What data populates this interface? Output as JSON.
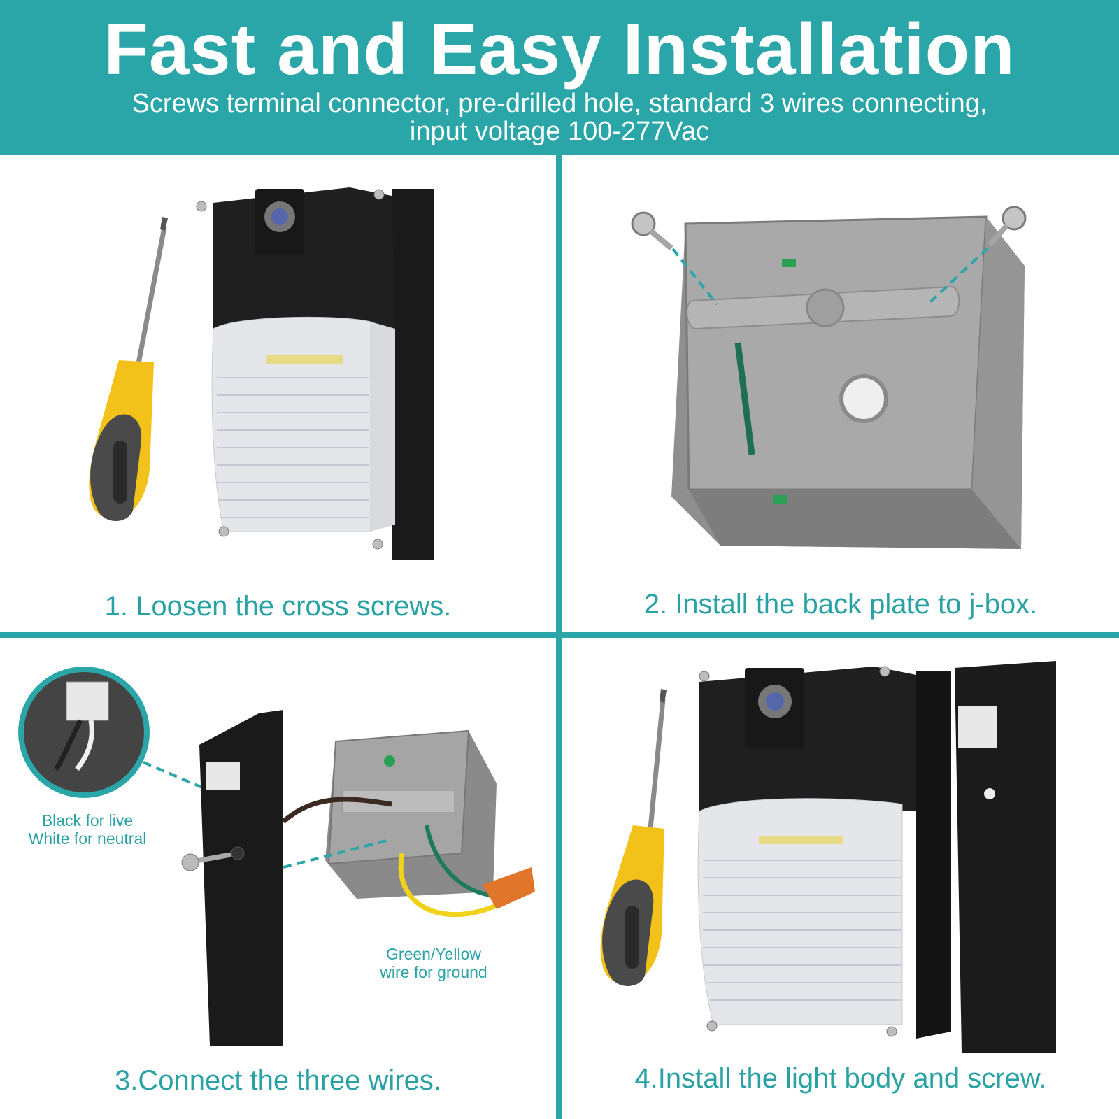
{
  "header": {
    "title": "Fast and Easy Installation",
    "subtitle_line1": "Screws terminal connector, pre-drilled hole, standard 3 wires connecting,",
    "subtitle_line2": "input voltage 100-277Vac"
  },
  "steps": [
    {
      "caption": "1. Loosen the cross screws."
    },
    {
      "caption": "2. Install the back plate to j-box."
    },
    {
      "caption": "3.Connect the three wires."
    },
    {
      "caption": "4.Install the light body and screw."
    }
  ],
  "notes": {
    "live_neutral_line1": "Black for live",
    "live_neutral_line2": "White for neutral",
    "ground_line1": "Green/Yellow",
    "ground_line2": "wire for ground"
  },
  "colors": {
    "accent": "#2ba6a8",
    "fixture": "#1c1c1c",
    "jbox": "#9a9a9a",
    "screwdriver_handle": "#f2c21b"
  },
  "icons": [
    "screwdriver-icon",
    "wall-light-icon",
    "junction-box-icon",
    "terminal-connector-icon",
    "wire-nut-icon",
    "screw-icon"
  ]
}
